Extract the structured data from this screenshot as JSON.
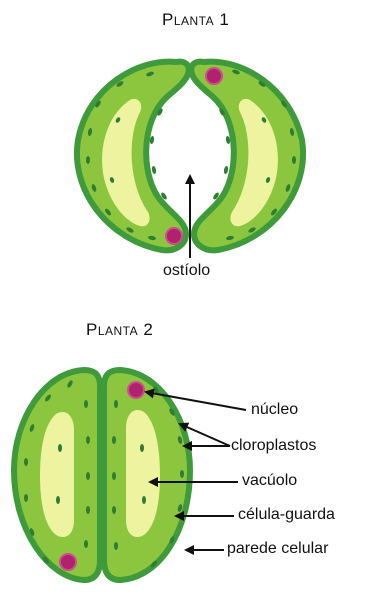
{
  "planta1": {
    "title": "Planta 1",
    "label_ostiolo": "ostíolo"
  },
  "planta2": {
    "title": "Planta 2",
    "labels": {
      "nucleo": "núcleo",
      "cloroplastos": "cloroplastos",
      "vacuolo": "vacúolo",
      "celula_guarda": "célula-guarda",
      "parede_celular": "parede celular"
    }
  },
  "colors": {
    "wall": "#3e9a3a",
    "cytoplasm": "#8cc63f",
    "vacuole": "#eef3a0",
    "chloroplast": "#2f7d32",
    "nucleus": "#b0226e",
    "arrow": "#111111"
  }
}
